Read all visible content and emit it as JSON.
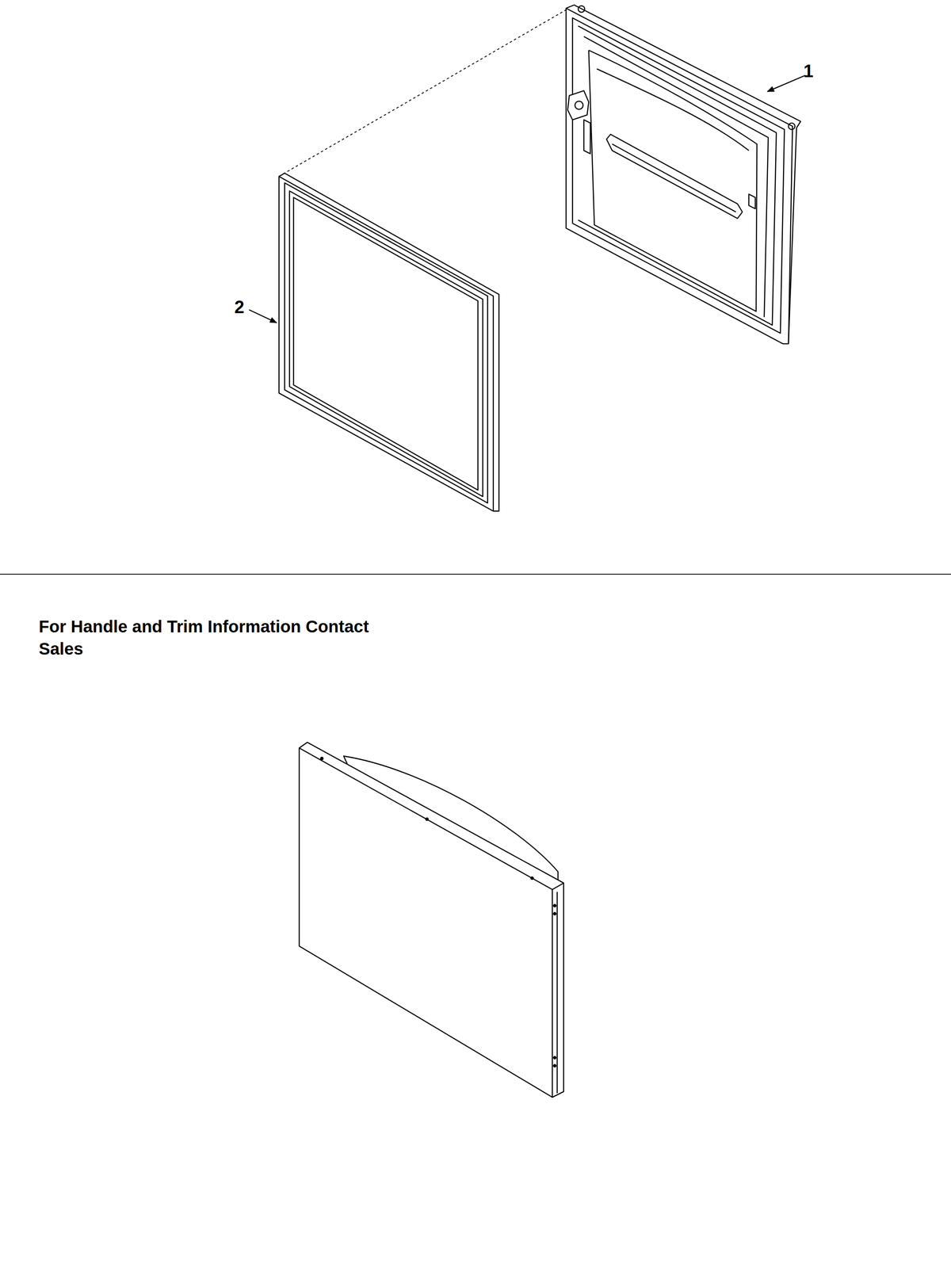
{
  "diagram": {
    "labels": [
      "1",
      "2",
      "For Handle and Trim Information Contact Sales"
    ]
  }
}
